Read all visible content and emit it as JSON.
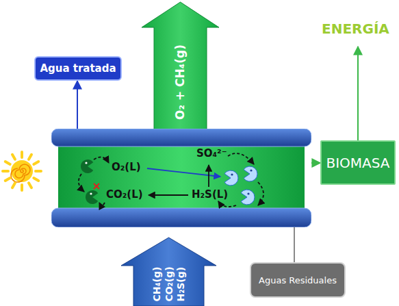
{
  "diagram": {
    "nodes": [
      {
        "text": [
          "Agua tratada"
        ]
      },
      {
        "text": [
          "O₂ + CH₄(g)"
        ]
      },
      {
        "text": [
          "O₂(L)",
          "SO₄²⁻",
          "CO₂(L)",
          "H₂S(L)"
        ]
      },
      {
        "text": [
          "BIOMASA"
        ]
      },
      {
        "text": [
          "CH₄(g)",
          "CO₂(g)",
          "H₂S(g)"
        ]
      },
      {
        "text": [
          "Aguas Residuales"
        ]
      }
    ],
    "edges": [
      {
        "from": 2,
        "to": 0,
        "arrow": "to"
      },
      {
        "from": 2,
        "to": 3,
        "arrow": "to"
      },
      {
        "from": 5,
        "to": 2,
        "arrow": "none"
      }
    ],
    "labels": [
      "ENERGÍA"
    ]
  }
}
